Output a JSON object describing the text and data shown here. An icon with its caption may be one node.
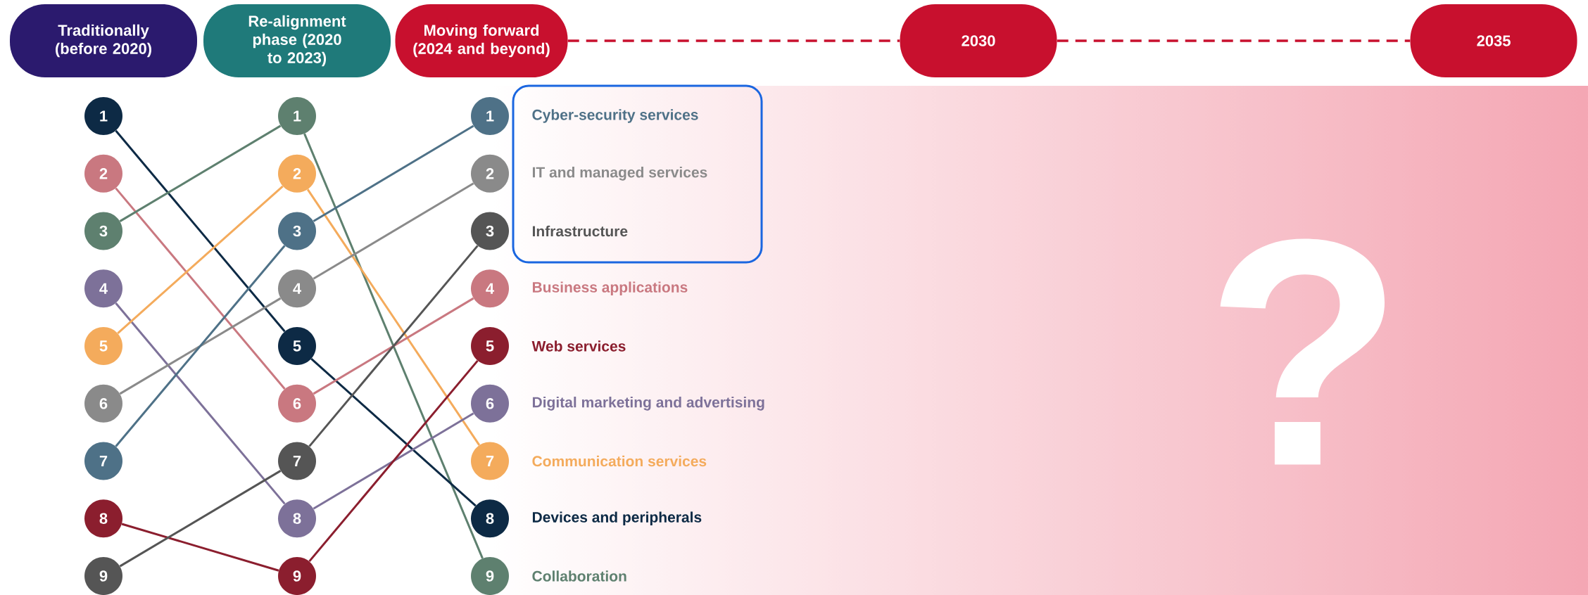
{
  "diagram": {
    "nodes": [
      {
        "text": [
          "Traditionally (before 2020)"
        ]
      },
      {
        "text": [
          "Re-alignment phase (2020 to 2023)"
        ]
      },
      {
        "text": [
          "Moving forward (2024 and beyond)"
        ]
      },
      {
        "text": [
          "2030"
        ]
      },
      {
        "text": [
          "2035"
        ]
      },
      {
        "text": [
          "1"
        ]
      },
      {
        "text": [
          "2"
        ]
      },
      {
        "text": [
          "3"
        ]
      },
      {
        "text": [
          "4"
        ]
      },
      {
        "text": [
          "5"
        ]
      },
      {
        "text": [
          "6"
        ]
      },
      {
        "text": [
          "7"
        ]
      },
      {
        "text": [
          "8"
        ]
      },
      {
        "text": [
          "9"
        ]
      },
      {
        "text": [
          "1"
        ]
      },
      {
        "text": [
          "2"
        ]
      },
      {
        "text": [
          "3"
        ]
      },
      {
        "text": [
          "4"
        ]
      },
      {
        "text": [
          "5"
        ]
      },
      {
        "text": [
          "6"
        ]
      },
      {
        "text": [
          "7"
        ]
      },
      {
        "text": [
          "8"
        ]
      },
      {
        "text": [
          "9"
        ]
      },
      {
        "text": [
          "1"
        ],
        "beside": [
          "Cyber-security services"
        ]
      },
      {
        "text": [
          "2"
        ],
        "beside": [
          "IT and managed services"
        ]
      },
      {
        "text": [
          "3"
        ],
        "beside": [
          "Infrastructure"
        ]
      },
      {
        "text": [
          "4"
        ],
        "beside": [
          "Business applications"
        ]
      },
      {
        "text": [
          "5"
        ],
        "beside": [
          "Web services"
        ]
      },
      {
        "text": [
          "6"
        ],
        "beside": [
          "Digital marketing and advertising"
        ]
      },
      {
        "text": [
          "7"
        ],
        "beside": [
          "Communication services"
        ]
      },
      {
        "text": [
          "8"
        ],
        "beside": [
          "Devices and peripherals"
        ]
      },
      {
        "text": [
          "9"
        ],
        "beside": [
          "Collaboration"
        ]
      }
    ],
    "edges": [
      {
        "from": 2,
        "to": 3,
        "arrow": "none",
        "style": "dashed",
        "color": "#c8102e"
      },
      {
        "from": 3,
        "to": 4,
        "arrow": "none",
        "style": "dashed",
        "color": "#c8102e"
      },
      {
        "from": 5,
        "to": 18,
        "arrow": "none",
        "color": "#0d2a45"
      },
      {
        "from": 6,
        "to": 19,
        "arrow": "none",
        "color": "#c97880"
      },
      {
        "from": 7,
        "to": 14,
        "arrow": "none",
        "color": "#5e806f"
      },
      {
        "from": 8,
        "to": 21,
        "arrow": "none",
        "color": "#7d7199"
      },
      {
        "from": 9,
        "to": 15,
        "arrow": "none",
        "color": "#f4ab5c"
      },
      {
        "from": 10,
        "to": 17,
        "arrow": "none",
        "color": "#8a8a8a"
      },
      {
        "from": 11,
        "to": 16,
        "arrow": "none",
        "color": "#4e7187"
      },
      {
        "from": 12,
        "to": 22,
        "arrow": "none",
        "color": "#8b1e2e"
      },
      {
        "from": 13,
        "to": 20,
        "arrow": "none",
        "color": "#555555"
      },
      {
        "from": 14,
        "to": 31,
        "arrow": "none",
        "color": "#5e806f"
      },
      {
        "from": 15,
        "to": 29,
        "arrow": "none",
        "color": "#f4ab5c"
      },
      {
        "from": 16,
        "to": 23,
        "arrow": "none",
        "color": "#4e7187"
      },
      {
        "from": 17,
        "to": 24,
        "arrow": "none",
        "color": "#8a8a8a"
      },
      {
        "from": 18,
        "to": 30,
        "arrow": "none",
        "color": "#0d2a45"
      },
      {
        "from": 19,
        "to": 26,
        "arrow": "none",
        "color": "#c97880"
      },
      {
        "from": 20,
        "to": 25,
        "arrow": "none",
        "color": "#555555"
      },
      {
        "from": 21,
        "to": 28,
        "arrow": "none",
        "color": "#7d7199"
      },
      {
        "from": 22,
        "to": 27,
        "arrow": "none",
        "color": "#8b1e2e"
      }
    ],
    "labels": [
      "?"
    ]
  }
}
